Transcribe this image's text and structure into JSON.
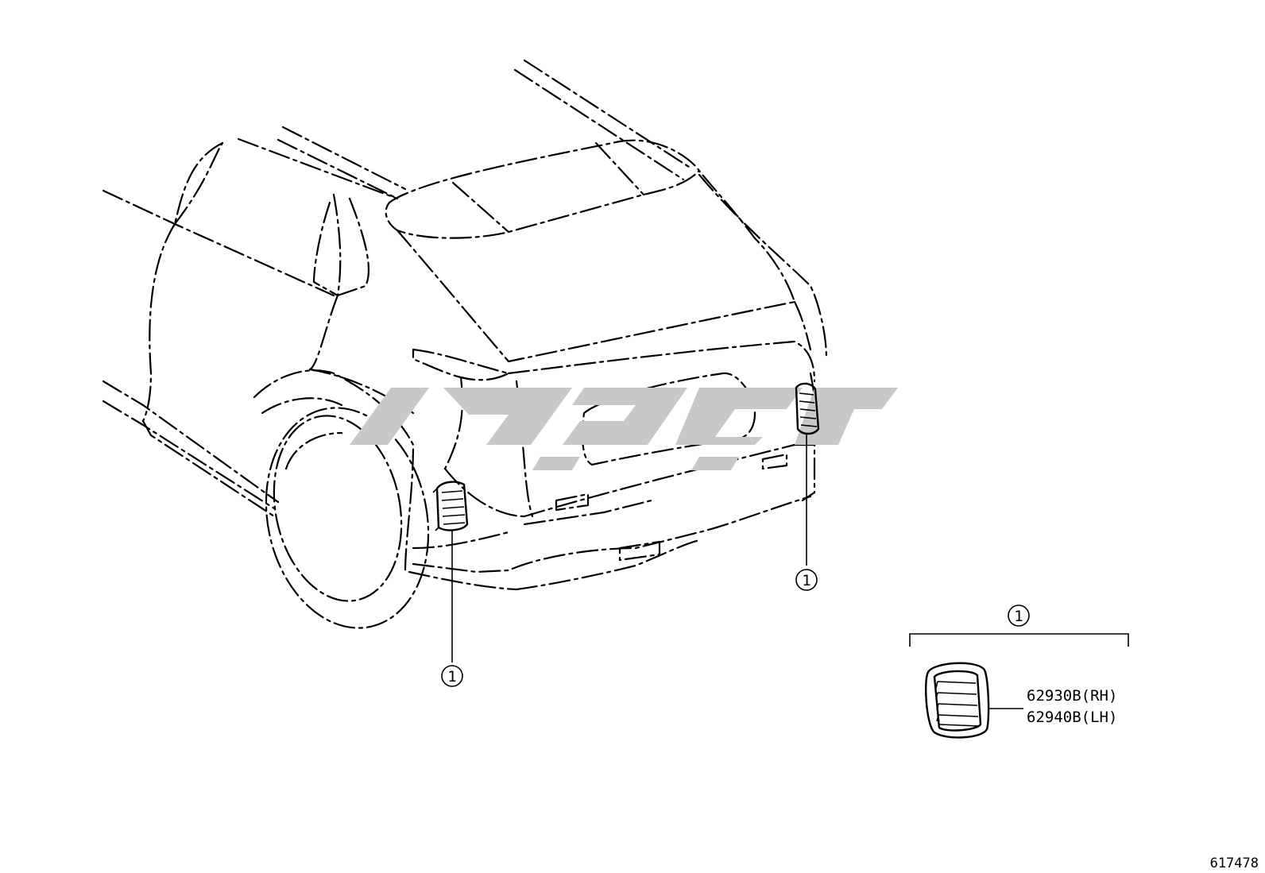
{
  "callouts": {
    "marker_1": "1",
    "marker_2": "1",
    "marker_3": "1"
  },
  "parts": [
    {
      "part_number": "62930B(RH)"
    },
    {
      "part_number": "62940B(LH)"
    }
  ],
  "figure_number": "617478",
  "watermark_color": "#c8c8c8"
}
